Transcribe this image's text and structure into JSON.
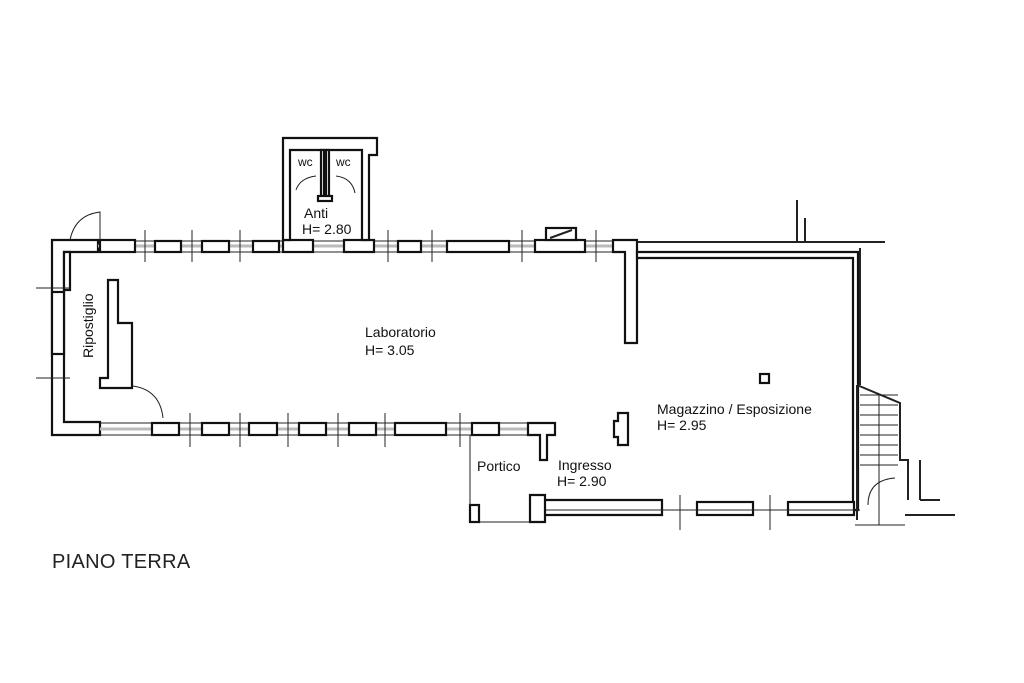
{
  "plan": {
    "title": "PIANO TERRA",
    "rooms": {
      "wc1": "wc",
      "wc2": "wc",
      "anti": {
        "name": "Anti",
        "height": "H= 2.80"
      },
      "ripostiglio": {
        "name": "Ripostiglio"
      },
      "laboratorio": {
        "name": "Laboratorio",
        "height": "H= 3.05"
      },
      "magazzino": {
        "name": "Magazzino / Esposizione",
        "height": "H= 2.95"
      },
      "portico": {
        "name": "Portico"
      },
      "ingresso": {
        "name": "Ingresso",
        "height": "H= 2.90"
      }
    }
  }
}
